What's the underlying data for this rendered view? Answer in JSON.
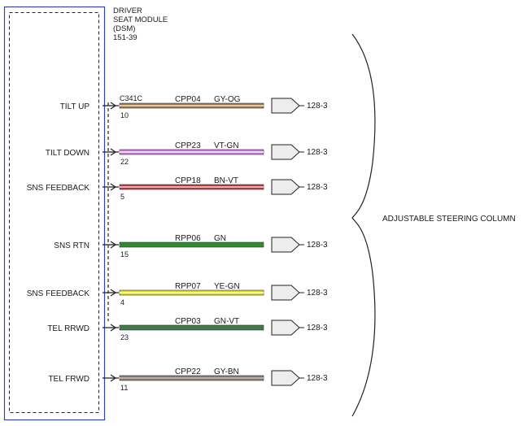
{
  "module": {
    "title_lines": [
      "DRIVER",
      "SEAT MODULE",
      "(DSM)",
      "151-39"
    ]
  },
  "connector": "C341C",
  "destination": "ADJUSTABLE STEERING COLUMN",
  "colors": {
    "module_border": "#3344aa",
    "tan": "#a07850",
    "violet": "#c57ad6",
    "red": "#b83a40",
    "green": "#2e8b2e",
    "yellow": "#e8e820",
    "green_violet": "#3f7a46",
    "gray_brown": "#8a7a74"
  },
  "wires": [
    {
      "signal": "TILT UP",
      "pin": "10",
      "circuit": "CPP04",
      "color_code": "GY-OG",
      "ref": "128-3",
      "color": "#a07850",
      "stripe": "#d9c9a6"
    },
    {
      "signal": "TILT DOWN",
      "pin": "22",
      "circuit": "CPP23",
      "color_code": "VT-GN",
      "ref": "128-3",
      "color": "#c57ad6",
      "stripe": "#f0d8f5"
    },
    {
      "signal": "SNS FEEDBACK",
      "pin": "5",
      "circuit": "CPP18",
      "color_code": "BN-VT",
      "ref": "128-3",
      "color": "#b83a40",
      "stripe": "#e8b0b8"
    },
    {
      "signal": "SNS RTN",
      "pin": "15",
      "circuit": "RPP06",
      "color_code": "GN",
      "ref": "128-3",
      "color": "#2e8b2e",
      "stripe": "#2e8b2e"
    },
    {
      "signal": "SNS FEEDBACK",
      "pin": "4",
      "circuit": "RPP07",
      "color_code": "YE-GN",
      "ref": "128-3",
      "color": "#d8d820",
      "stripe": "#f8f8a0"
    },
    {
      "signal": "TEL RRWD",
      "pin": "23",
      "circuit": "CPP03",
      "color_code": "GN-VT",
      "ref": "128-3",
      "color": "#3f7a46",
      "stripe": "#3f7a46"
    },
    {
      "signal": "TEL FRWD",
      "pin": "11",
      "circuit": "CPP22",
      "color_code": "GY-BN",
      "ref": "128-3",
      "color": "#8a7a74",
      "stripe": "#b8aca8"
    }
  ]
}
